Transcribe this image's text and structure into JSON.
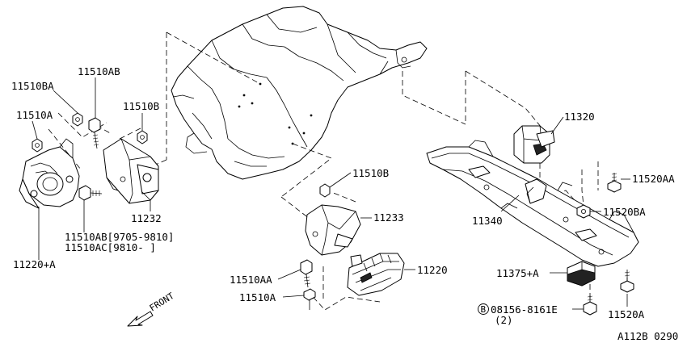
{
  "labels": {
    "p11510BA": "11510BA",
    "p11510AB_top": "11510AB",
    "p11510A_left": "11510A",
    "p11510B_top": "11510B",
    "p11232": "11232",
    "p11510AB_note1": "11510AB[9705-9810]",
    "p11510AC_note2": "11510AC[9810-     ]",
    "p11220A": "11220+A",
    "p11510B_mid": "11510B",
    "p11233": "11233",
    "p11220": "11220",
    "p11510AA_bot": "11510AA",
    "p11510A_bot": "11510A",
    "p11320": "11320",
    "p11520AA": "11520AA",
    "p11520BA": "11520BA",
    "p11340": "11340",
    "p11375A": "11375+A",
    "bolt_code": "08156-8161E",
    "bolt_qty": "(2)",
    "bolt_prefix": "B",
    "p11520A": "11520A",
    "front": "FRONT",
    "figure_id": "A112B 0290"
  },
  "icons": {
    "front_arrow": "front-arrow-icon",
    "bolt_circle": "circled-b-icon"
  }
}
